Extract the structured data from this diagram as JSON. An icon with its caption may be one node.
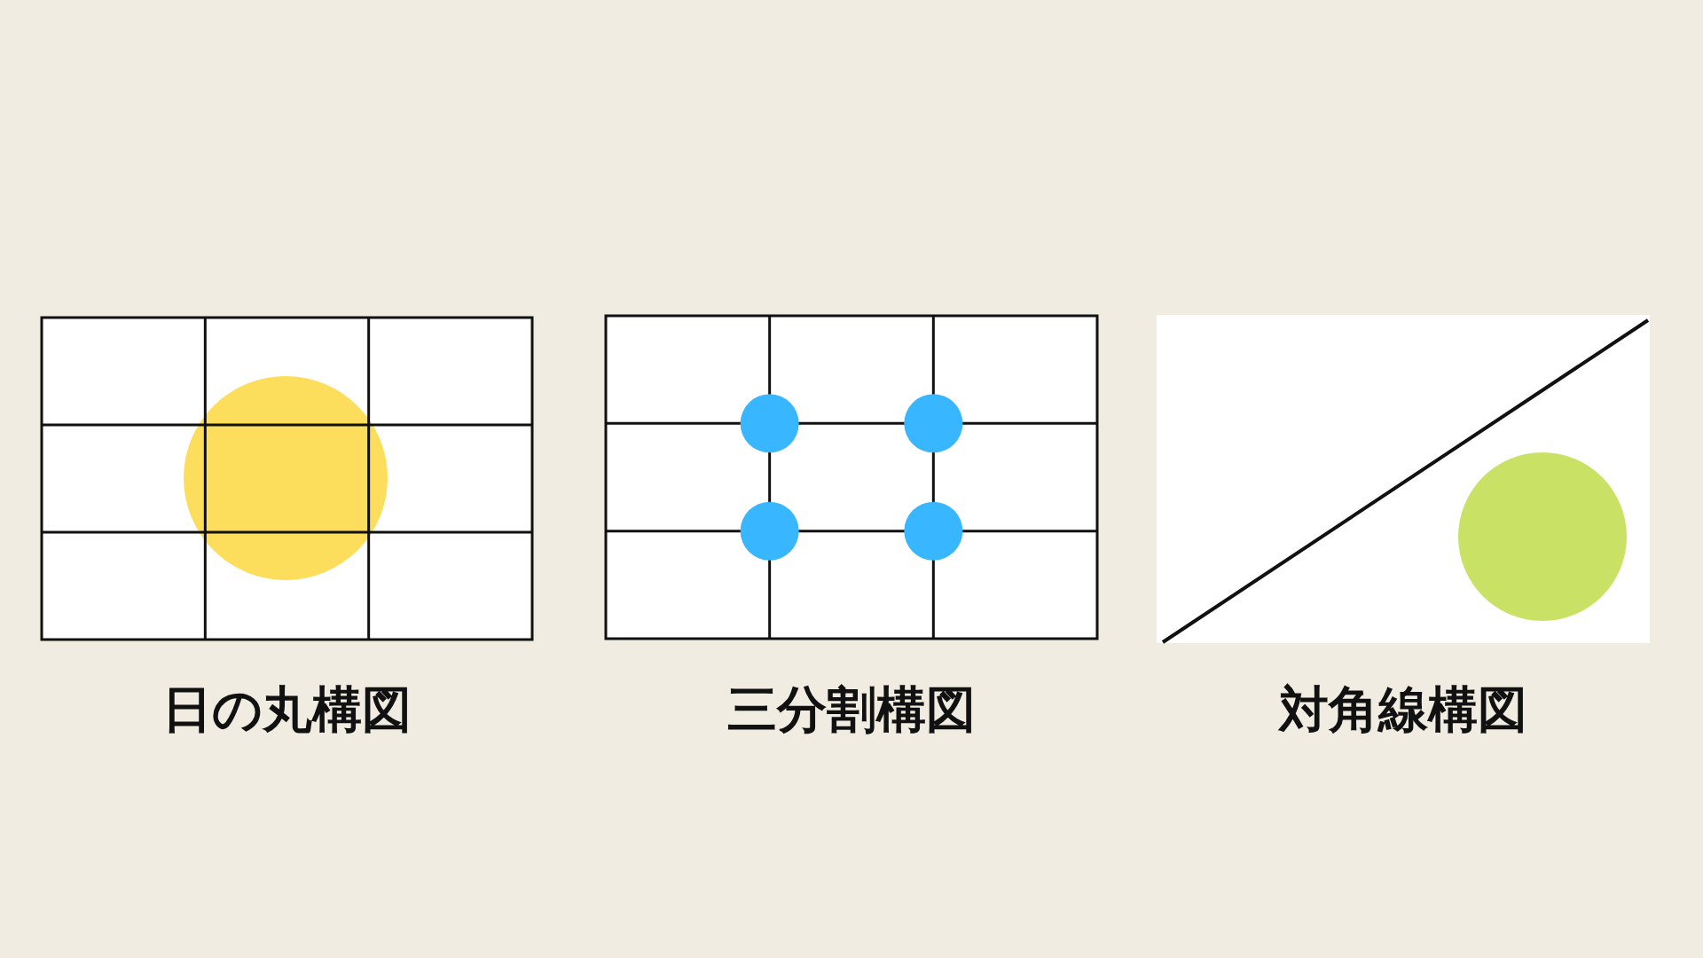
{
  "diagram": {
    "labels": [
      "日の丸構図",
      "三分割構図",
      "対角線構図"
    ]
  }
}
